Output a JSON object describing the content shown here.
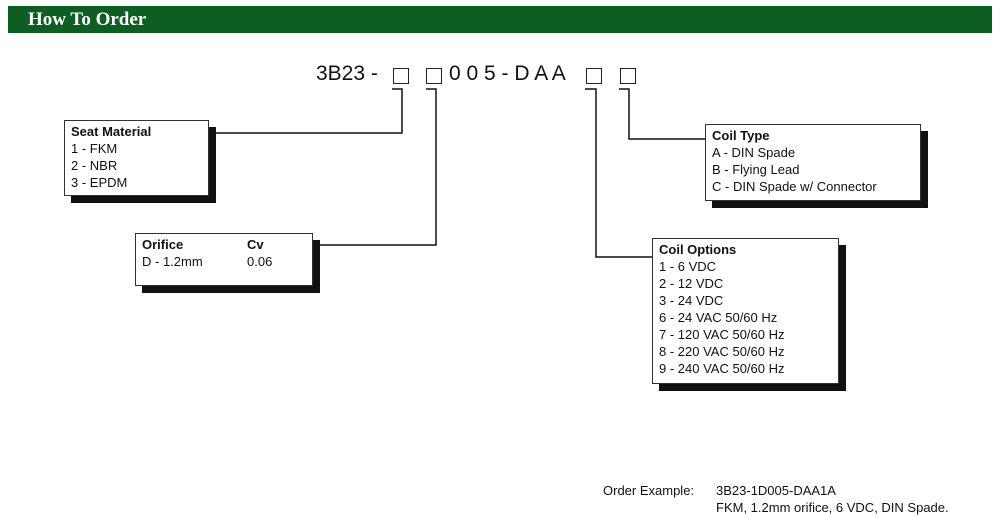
{
  "header": {
    "title": "How To Order"
  },
  "part_number": {
    "prefix": "3B23 -",
    "middle": "0 0 5 - D A A"
  },
  "seat_material": {
    "title": "Seat Material",
    "options": [
      "1 -  FKM",
      "2 -  NBR",
      "3 -  EPDM"
    ]
  },
  "orifice": {
    "title": "Orifice",
    "cv_title": "Cv",
    "value": "D - 1.2mm",
    "cv_value": "0.06"
  },
  "coil_type": {
    "title": "Coil Type",
    "options": [
      "A -  DIN Spade",
      "B -  Flying Lead",
      "C - DIN Spade w/ Connector"
    ]
  },
  "coil_options": {
    "title": "Coil Options",
    "options": [
      "1 - 6 VDC",
      "2 - 12 VDC",
      "3 - 24 VDC",
      "6 - 24 VAC 50/60 Hz",
      "7 - 120 VAC 50/60 Hz",
      "8 - 220 VAC 50/60 Hz",
      "9 - 240 VAC 50/60 Hz"
    ]
  },
  "order_example": {
    "label": "Order Example:",
    "code": "3B23-1D005-DAA1A",
    "description": "FKM, 1.2mm orifice, 6 VDC, DIN Spade."
  }
}
